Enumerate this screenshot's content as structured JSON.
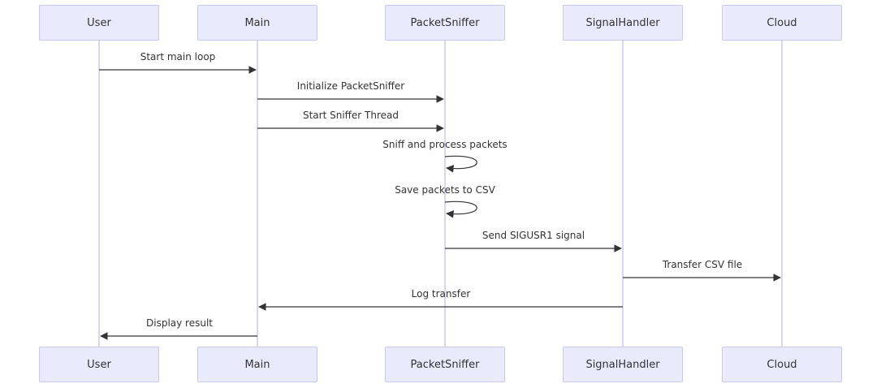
{
  "participants": [
    {
      "id": "user",
      "label": "User"
    },
    {
      "id": "main",
      "label": "Main"
    },
    {
      "id": "sniffer",
      "label": "PacketSniffer"
    },
    {
      "id": "signal",
      "label": "SignalHandler"
    },
    {
      "id": "cloud",
      "label": "Cloud"
    }
  ],
  "messages": [
    {
      "from": "user",
      "to": "main",
      "label": "Start main loop"
    },
    {
      "from": "main",
      "to": "sniffer",
      "label": "Initialize PacketSniffer"
    },
    {
      "from": "main",
      "to": "sniffer",
      "label": "Start Sniffer Thread"
    },
    {
      "from": "sniffer",
      "to": "sniffer",
      "label": "Sniff and process packets"
    },
    {
      "from": "sniffer",
      "to": "sniffer",
      "label": "Save packets to CSV"
    },
    {
      "from": "sniffer",
      "to": "signal",
      "label": "Send SIGUSR1 signal"
    },
    {
      "from": "signal",
      "to": "cloud",
      "label": "Transfer CSV file"
    },
    {
      "from": "signal",
      "to": "main",
      "label": "Log transfer"
    },
    {
      "from": "main",
      "to": "user",
      "label": "Display result"
    }
  ],
  "colors": {
    "actor_fill": "#eaeafd",
    "actor_border": "#c8c8f2",
    "lifeline": "#c8c8f2",
    "arrow": "#333333"
  }
}
